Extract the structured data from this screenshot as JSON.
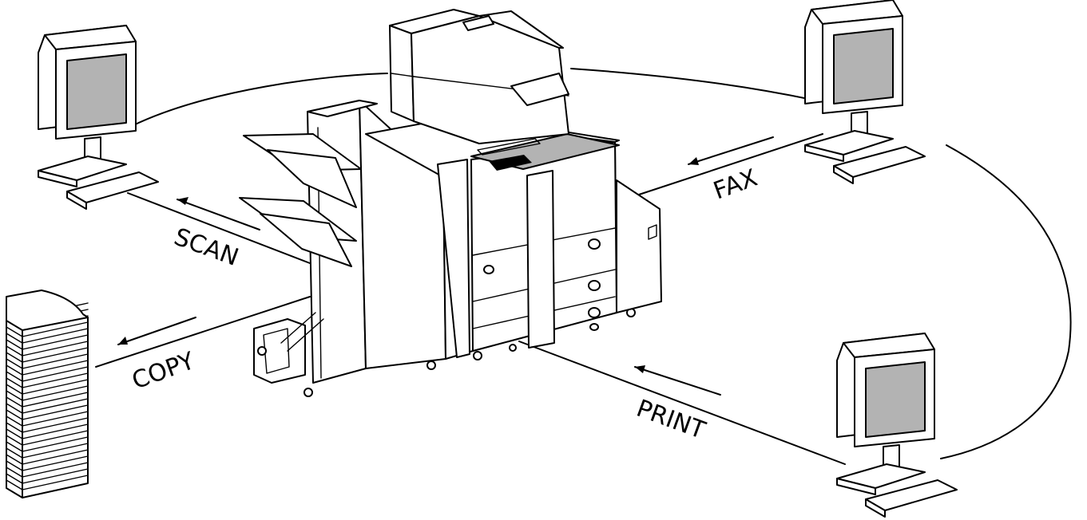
{
  "labels": {
    "scan": "SCAN",
    "copy": "COPY",
    "fax": "FAX",
    "print": "PRINT"
  },
  "colors": {
    "stroke": "#000000",
    "screen": "#b3b3b3",
    "background": "#ffffff"
  }
}
